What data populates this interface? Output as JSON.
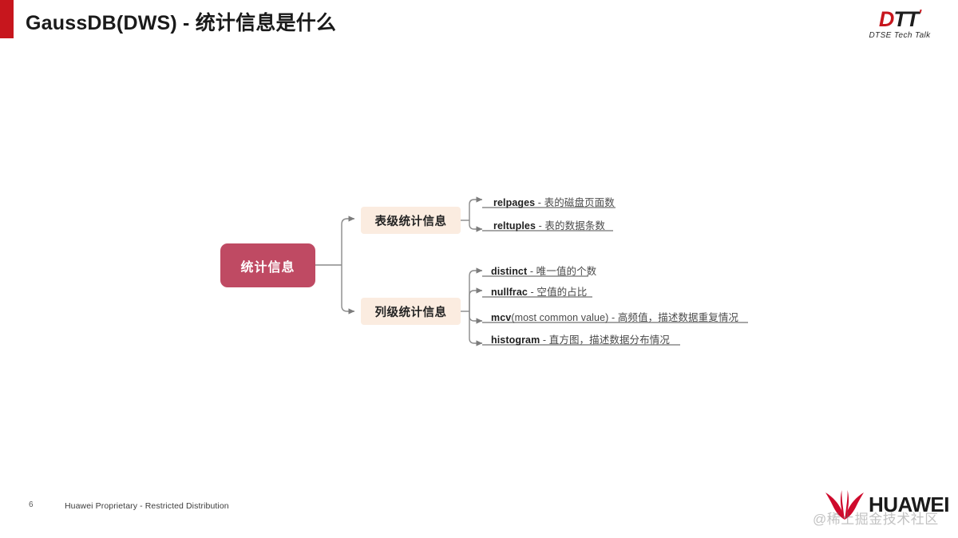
{
  "header": {
    "title": "GaussDB(DWS) - 统计信息是什么",
    "accent_color": "#c7161d"
  },
  "logo_dtt": {
    "mark_d": "D",
    "mark_tt": "TT",
    "tick": "'",
    "subtitle": "DTSE  Tech Talk"
  },
  "mindmap": {
    "root": {
      "label": "统计信息",
      "fill": "#bf4a63",
      "text_color": "#ffffff"
    },
    "branches": [
      {
        "id": "table-level",
        "label": "表级统计信息",
        "fill": "#fbece0",
        "leaves": [
          {
            "term": "relpages",
            "sep": " - ",
            "desc": "表的磁盘页面数"
          },
          {
            "term": "reltuples",
            "sep": " - ",
            "desc": "表的数据条数"
          }
        ]
      },
      {
        "id": "column-level",
        "label": "列级统计信息",
        "fill": "#fbece0",
        "leaves": [
          {
            "term": "distinct",
            "sep": " - ",
            "desc": "唯一值的个数"
          },
          {
            "term": "nullfrac",
            "sep": " - ",
            "desc": "空值的占比"
          },
          {
            "term": "mcv",
            "qualifier": "(most common value)",
            "sep": " - ",
            "desc": "高频值，描述数据重复情况"
          },
          {
            "term": "histogram",
            "sep": " - ",
            "desc": "直方图，描述数据分布情况"
          }
        ]
      }
    ],
    "connector_color": "#8a8a8a"
  },
  "footer": {
    "page_number": "6",
    "note": "Huawei Proprietary - Restricted Distribution"
  },
  "logo_huawei": {
    "wordmark": "HUAWEI",
    "flower_color": "#cf0a2c"
  },
  "watermark": {
    "text": "@稀土掘金技术社区"
  }
}
